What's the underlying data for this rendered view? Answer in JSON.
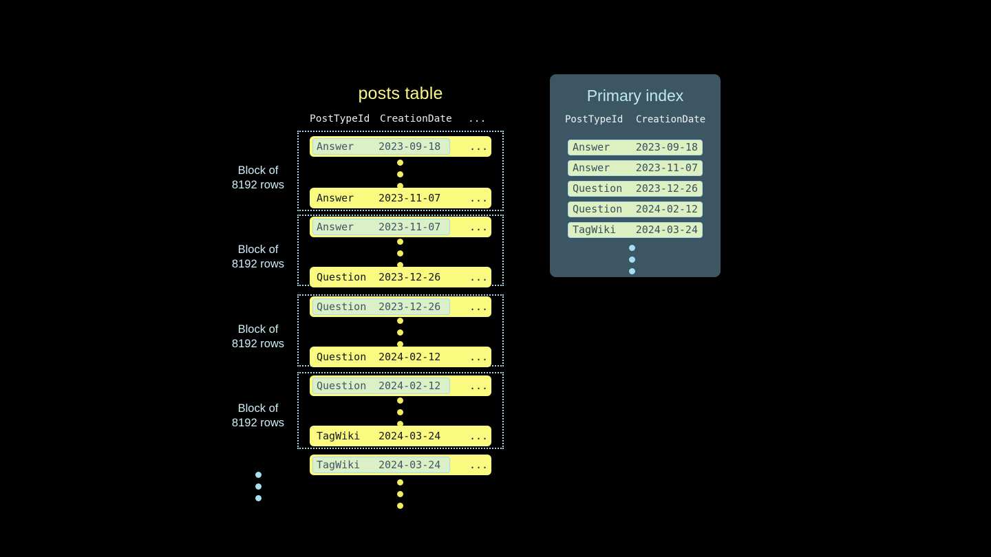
{
  "theme": {
    "background": "#000000",
    "row_yellow": "#fafa80",
    "highlight_green": "#dcf0c8",
    "accent_blue": "#a8dcea",
    "panel_slate": "#3d5664",
    "title_yellow": "#f5f58a",
    "dot_yellow": "#f2ee64"
  },
  "posts_table": {
    "title": "posts table",
    "columns": [
      "PostTypeId",
      "CreationDate",
      "..."
    ],
    "ellipsis": "...",
    "block_label": "Block of\n8192 rows",
    "block_label_line1": "Block of",
    "block_label_line2": "8192 rows",
    "blocks": [
      {
        "label_line1": "Block of",
        "label_line2": "8192 rows",
        "first_row": {
          "post_type_id": "Answer",
          "creation_date": "2023-09-18",
          "rest": "...",
          "highlighted": true
        },
        "last_row": {
          "post_type_id": "Answer",
          "creation_date": "2023-11-07",
          "rest": "...",
          "highlighted": false
        }
      },
      {
        "label_line1": "Block of",
        "label_line2": "8192 rows",
        "first_row": {
          "post_type_id": "Answer",
          "creation_date": "2023-11-07",
          "rest": "...",
          "highlighted": true
        },
        "last_row": {
          "post_type_id": "Question",
          "creation_date": "2023-12-26",
          "rest": "...",
          "highlighted": false
        }
      },
      {
        "label_line1": "Block of",
        "label_line2": "8192 rows",
        "first_row": {
          "post_type_id": "Question",
          "creation_date": "2023-12-26",
          "rest": "...",
          "highlighted": true
        },
        "last_row": {
          "post_type_id": "Question",
          "creation_date": "2024-02-12",
          "rest": "...",
          "highlighted": false
        }
      },
      {
        "label_line1": "Block of",
        "label_line2": "8192 rows",
        "first_row": {
          "post_type_id": "Question",
          "creation_date": "2024-02-12",
          "rest": "...",
          "highlighted": true
        },
        "last_row": {
          "post_type_id": "TagWiki",
          "creation_date": "2024-03-24",
          "rest": "...",
          "highlighted": false
        }
      }
    ],
    "trailing_row": {
      "post_type_id": "TagWiki",
      "creation_date": "2024-03-24",
      "rest": "...",
      "highlighted": true
    }
  },
  "primary_index": {
    "title": "Primary index",
    "columns": [
      "PostTypeId",
      "CreationDate"
    ],
    "rows": [
      {
        "post_type_id": "Answer",
        "creation_date": "2023-09-18"
      },
      {
        "post_type_id": "Answer",
        "creation_date": "2023-11-07"
      },
      {
        "post_type_id": "Question",
        "creation_date": "2023-12-26"
      },
      {
        "post_type_id": "Question",
        "creation_date": "2024-02-12"
      },
      {
        "post_type_id": "TagWiki",
        "creation_date": "2024-03-24"
      }
    ]
  }
}
